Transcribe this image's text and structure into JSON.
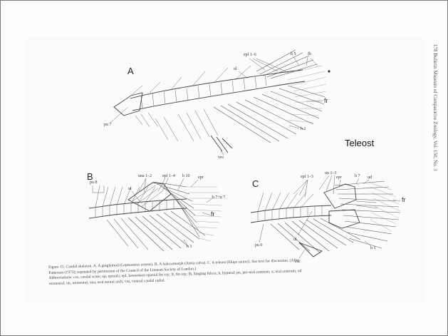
{
  "overlay_label": "Teleost",
  "running_head": "178 Bulletin Museum of Comparative Zoology, Vol. 150, No. 3",
  "figure": {
    "panel_a": {
      "letter": "A",
      "labels": {
        "epl": "epl 1–6",
        "hs": "h 5",
        "fh": "fh",
        "ul": "ul",
        "pu7": "pu 7",
        "fr": "fr",
        "h1": "h 1",
        "vo": "vro"
      }
    },
    "panel_b": {
      "letter": "B",
      "labels": {
        "pu8": "pu 8",
        "una": "una 1–2",
        "epl": "epl 1–4",
        "h10": "h 10",
        "epr": "epr",
        "ul": "ul",
        "h7": "h 7+u 7",
        "fr": "fr",
        "h1": "h 1"
      }
    },
    "panel_c": {
      "letter": "C",
      "labels": {
        "epl": "epl 1–3",
        "un": "un 1–3",
        "h7": "h 7",
        "ud": "ud",
        "epr": "epr",
        "fr": "fr",
        "ul": "ul",
        "pu6": "pu 6",
        "h1": "h 1",
        "csc": "csc"
      }
    },
    "caption_lines": [
      "Figure 15.  Caudal skeleton. A. A ginglymod (Lepisosteus osseus). B. A halecomorph (Amia calva). C. A teleost (Elops saurus). See text for discussion. (After",
      "Patterson (1973); reprinted by permission of the Council of the Linnean Society of London.)",
      "Abbreviations: csc, caudal scute; ep, epurals; epl, lowermost epaxial fin ray; fr, fin ray; fh, hinging fulcra; h, hypural; pu, pre-ural centrum; u, ural centrum; ud",
      "uroneural; un, uroneural; una, ural neural arch; vro, ventral caudal radial."
    ]
  }
}
